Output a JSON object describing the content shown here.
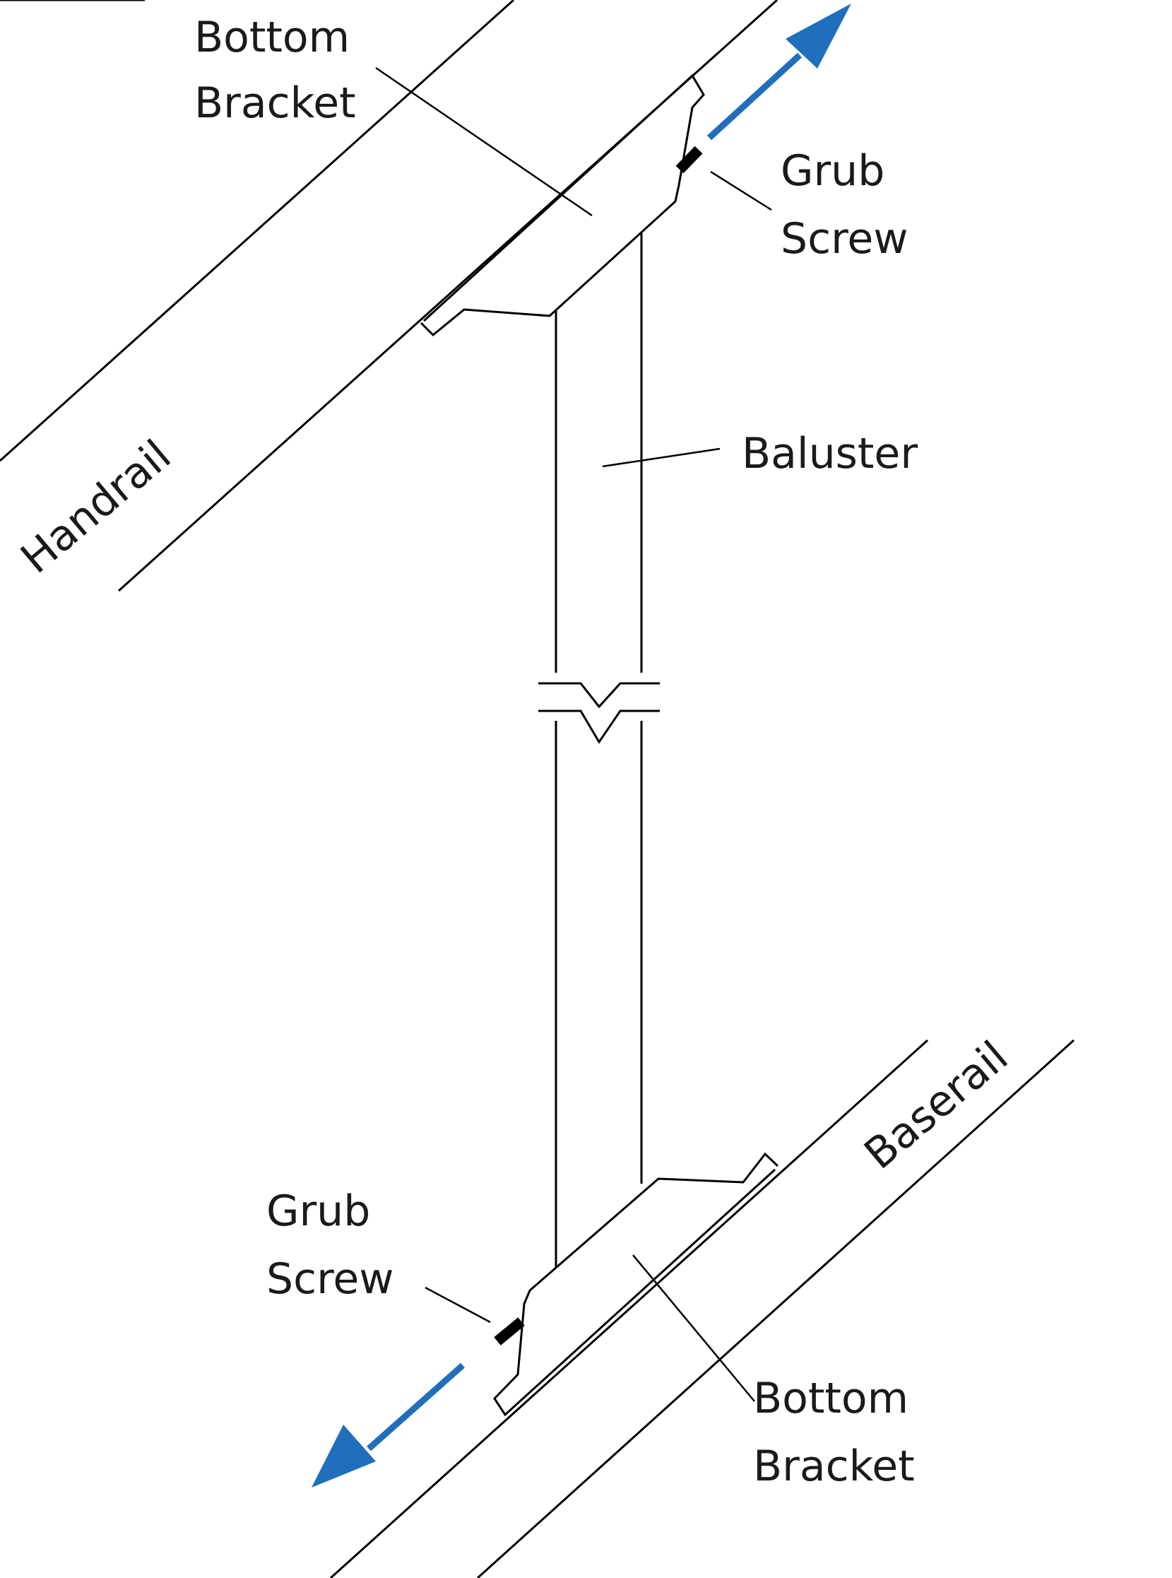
{
  "labels": {
    "top_bracket_line1": "Bottom",
    "top_bracket_line2": "Bracket",
    "top_grub_line1": "Grub",
    "top_grub_line2": "Screw",
    "baluster": "Baluster",
    "handrail": "Handrail",
    "baserail": "Baserail",
    "bottom_grub_line1": "Grub",
    "bottom_grub_line2": "Screw",
    "bottom_bracket_line1": "Bottom",
    "bottom_bracket_line2": "Bracket"
  },
  "colors": {
    "arrow": "#1f6fbd",
    "line": "#000000",
    "screw": "#000000"
  }
}
